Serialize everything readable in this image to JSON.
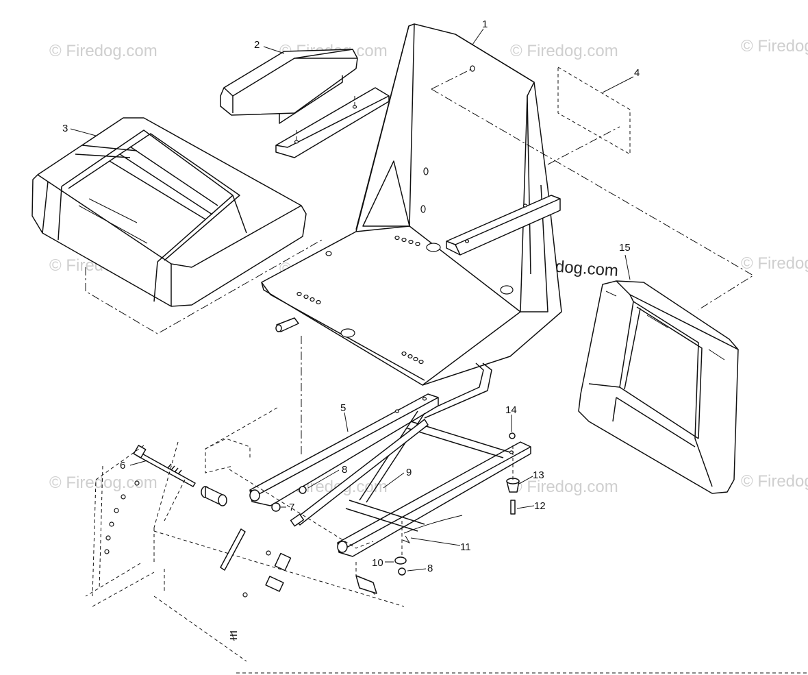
{
  "watermarks": [
    "© Firedog.com",
    "© Firedog.com",
    "© Firedog.com",
    "© Firedog.com",
    "© Firedog.com",
    "© Firedog.com",
    "© Firedog.com",
    "© Firedog.com",
    "© Firedog.com",
    "© Firedog.com",
    "© Firedog.com",
    "© Firedog.com"
  ],
  "callouts": [
    "1",
    "2",
    "3",
    "4",
    "5",
    "6",
    "7",
    "8",
    "9",
    "8",
    "10",
    "11",
    "12",
    "13",
    "14",
    "15"
  ],
  "colors": {
    "line": "#111111",
    "watermark": "#cfcfcf",
    "background": "#ffffff"
  }
}
